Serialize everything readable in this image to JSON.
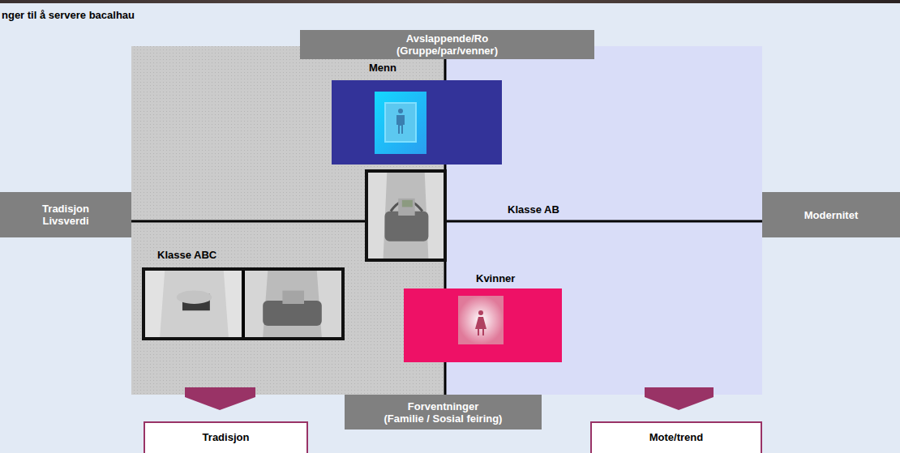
{
  "diagram": {
    "title": "nger til å servere bacalhau",
    "nodes": [
      {
        "text": [
          "Avslappende/Ro",
          "(Gruppe/par/venner)"
        ]
      },
      {
        "text": [
          "Tradisjon",
          "Livsverdi"
        ]
      },
      {
        "text": [
          "Modernitet"
        ]
      },
      {
        "text": [
          "Menn"
        ]
      },
      {
        "text": [
          "Klasse AB"
        ]
      },
      {
        "text": [
          "Klasse ABC"
        ]
      },
      {
        "text": [
          "Kvinner"
        ]
      },
      {
        "text": [
          "Forventninger",
          "(Familie / Sosial feiring)"
        ]
      },
      {
        "text": [
          "Tradisjon"
        ]
      },
      {
        "text": [
          "Mote/trend"
        ]
      }
    ]
  }
}
